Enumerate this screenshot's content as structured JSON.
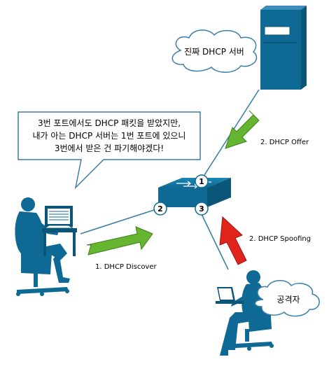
{
  "speech_bubble": {
    "line1": "3번 포트에서도 DHCP 패킷을 받았지만,",
    "line2": "내가 아는 DHCP 서버는 1번 포트에 있으니",
    "line3": "3번에서 받은 건 파기해야겠다!"
  },
  "server_cloud": "진짜 DHCP 서버",
  "attacker_cloud": "공격자",
  "switch_ports": [
    "1",
    "2",
    "3"
  ],
  "arrows": {
    "discover": "1. DHCP Discover",
    "offer": "2. DHCP Offer",
    "spoofing": "2. DHCP Spoofing"
  },
  "colors": {
    "device": "#0e6a94",
    "green_arrow": "#66b530",
    "red_arrow": "#e0231b",
    "link": "#3a7fa8"
  },
  "icons": {
    "server": "tower-server-icon",
    "switch": "network-switch-icon",
    "client": "workstation-user-icon",
    "attacker": "laptop-user-icon"
  }
}
